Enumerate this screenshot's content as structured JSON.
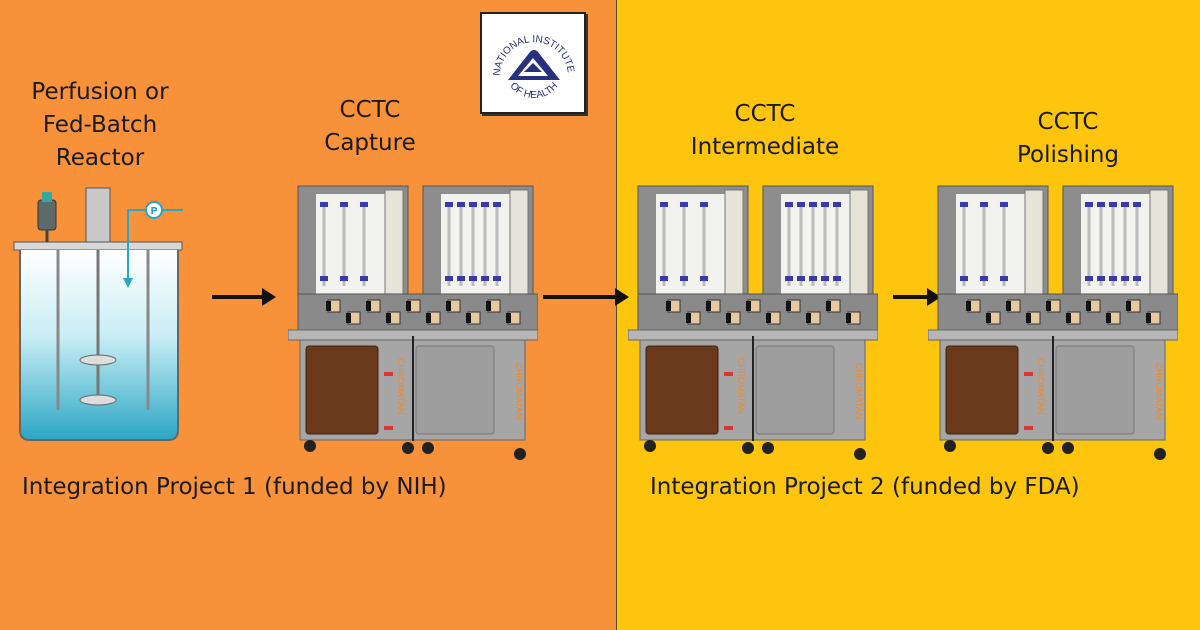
{
  "colors": {
    "left_panel": "#F7923A",
    "right_panel": "#FDC50E",
    "nih_blue": "#27307E"
  },
  "reactor": {
    "label_lines": [
      "Perfusion or",
      "Fed-Batch",
      "Reactor"
    ],
    "pump_letter": "P"
  },
  "nih_logo": {
    "text_top": "NATIONAL INSTITUTES",
    "text_bottom": "OF HEALTH"
  },
  "stages": [
    {
      "label_lines": [
        "CCTC",
        "Capture"
      ]
    },
    {
      "label_lines": [
        "CCTC",
        "Intermediate"
      ]
    },
    {
      "label_lines": [
        "CCTC",
        "Polishing"
      ]
    }
  ],
  "machine_brand": "CHROMATAN",
  "captions": {
    "project1": "Integration Project 1 (funded by NIH)",
    "project2": "Integration Project 2 (funded by FDA)"
  }
}
